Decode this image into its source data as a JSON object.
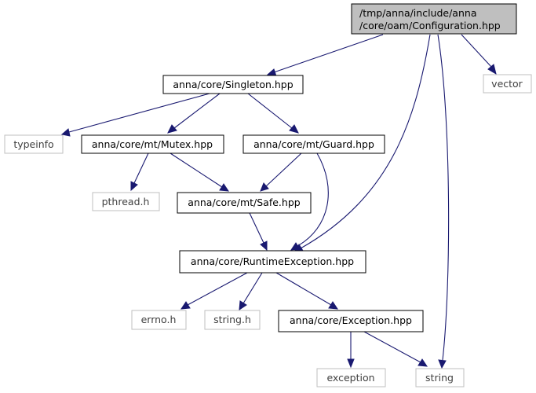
{
  "graph": {
    "nodes": {
      "configuration": {
        "line1": "/tmp/anna/include/anna",
        "line2": "/core/oam/Configuration.hpp"
      },
      "singleton": "anna/core/Singleton.hpp",
      "vector": "vector",
      "typeinfo": "typeinfo",
      "mutex": "anna/core/mt/Mutex.hpp",
      "guard": "anna/core/mt/Guard.hpp",
      "pthread": "pthread.h",
      "safe": "anna/core/mt/Safe.hpp",
      "runtime_exception": "anna/core/RuntimeException.hpp",
      "errno": "errno.h",
      "string_h": "string.h",
      "exception_hpp": "anna/core/Exception.hpp",
      "exception": "exception",
      "string": "string"
    },
    "colors": {
      "edge": "#191970",
      "main_fill": "#bfbfbf",
      "system_border": "#bfbfbf"
    }
  }
}
